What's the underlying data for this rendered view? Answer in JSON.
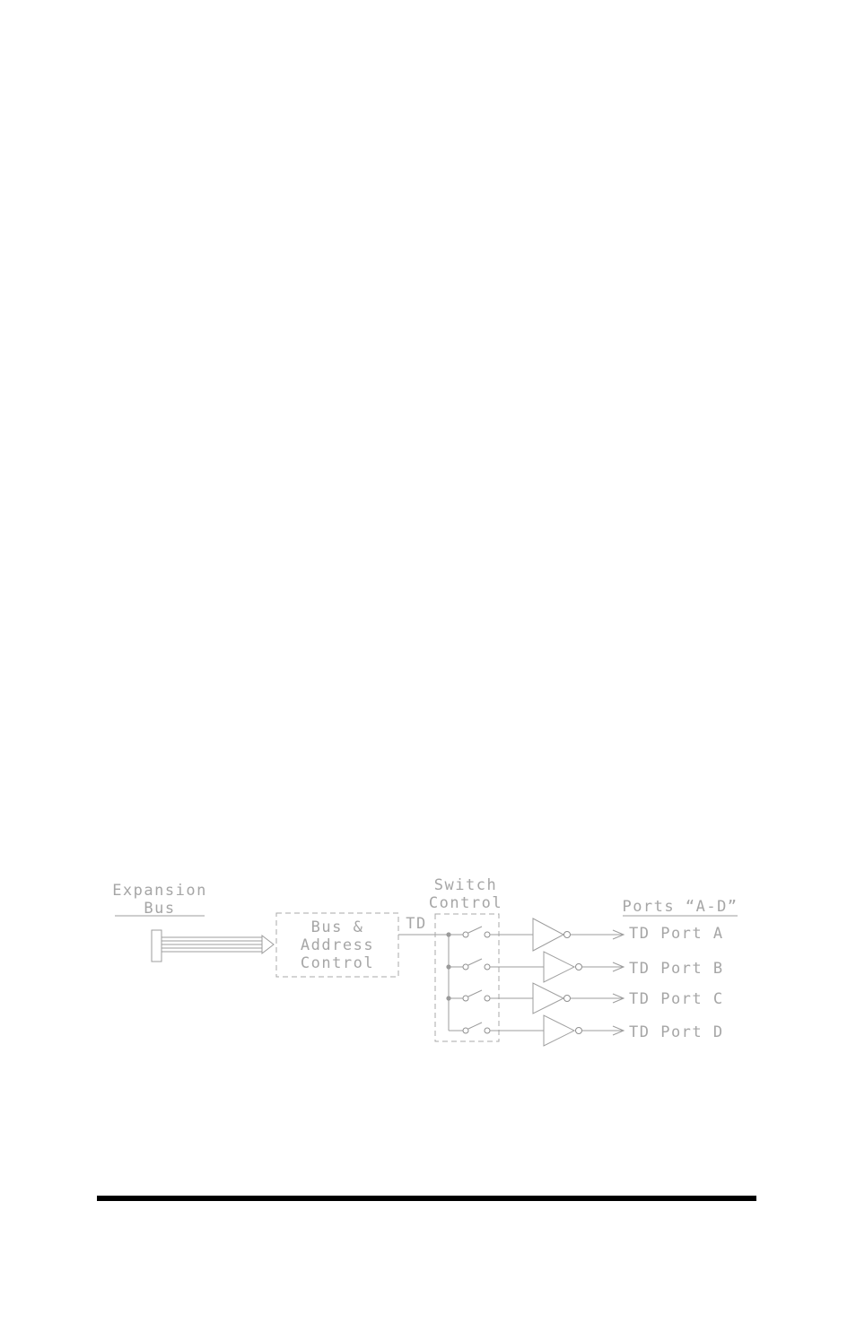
{
  "diagram": {
    "expansion_bus_label_line1": "Expansion",
    "expansion_bus_label_line2": "Bus",
    "bus_control_line1": "Bus &",
    "bus_control_line2": "Address",
    "bus_control_line3": "Control",
    "td_label": "TD",
    "switch_control_line1": "Switch",
    "switch_control_line2": "Control",
    "ports_heading": "Ports “A-D”",
    "port_labels": [
      "TD Port A",
      "TD Port B",
      "TD Port C",
      "TD Port D"
    ]
  }
}
